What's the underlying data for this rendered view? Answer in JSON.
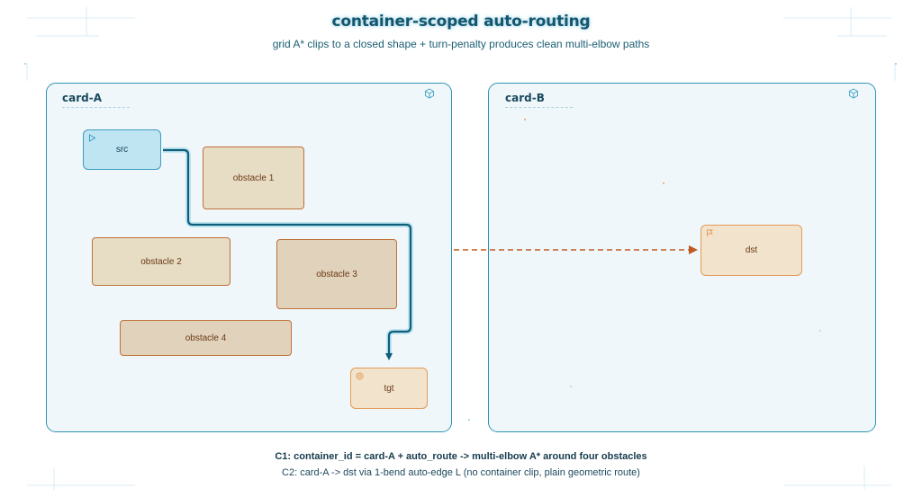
{
  "header": {
    "title": "container-scoped auto-routing",
    "subtitle": "grid A* clips to a closed shape + turn-penalty produces clean multi-elbow paths"
  },
  "containers": [
    {
      "label": "card-A",
      "icon": "cube-icon"
    },
    {
      "label": "card-B",
      "icon": "cube-icon"
    }
  ],
  "nodes": {
    "src": {
      "label": "src",
      "icon": "play-icon"
    },
    "obstacle1": {
      "label": "obstacle 1"
    },
    "obstacle2": {
      "label": "obstacle 2"
    },
    "obstacle3": {
      "label": "obstacle 3"
    },
    "obstacle4": {
      "label": "obstacle 4"
    },
    "tgt": {
      "label": "tgt",
      "icon": "target-icon"
    },
    "dst": {
      "label": "dst",
      "icon": "flag-icon"
    }
  },
  "edges": [
    {
      "from": "src",
      "to": "tgt",
      "style": "solid",
      "color": "#0f5f7a",
      "kind": "multi-elbow A*"
    },
    {
      "from": "card-A",
      "to": "dst",
      "style": "dashed",
      "color": "#c0581f",
      "kind": "1-bend L"
    }
  ],
  "captions": {
    "c1": "C1: container_id = card-A + auto_route -> multi-elbow A* around four obstacles",
    "c2": "C2: card-A -> dst via 1-bend auto-edge L (no container clip, plain geometric route)"
  },
  "colors": {
    "container_border": "#2e93b5",
    "container_fill": "#f0f7fa",
    "obstacle_border": "#c0713a",
    "route_solid": "#0f5f7a",
    "route_dashed": "#c0581f"
  }
}
